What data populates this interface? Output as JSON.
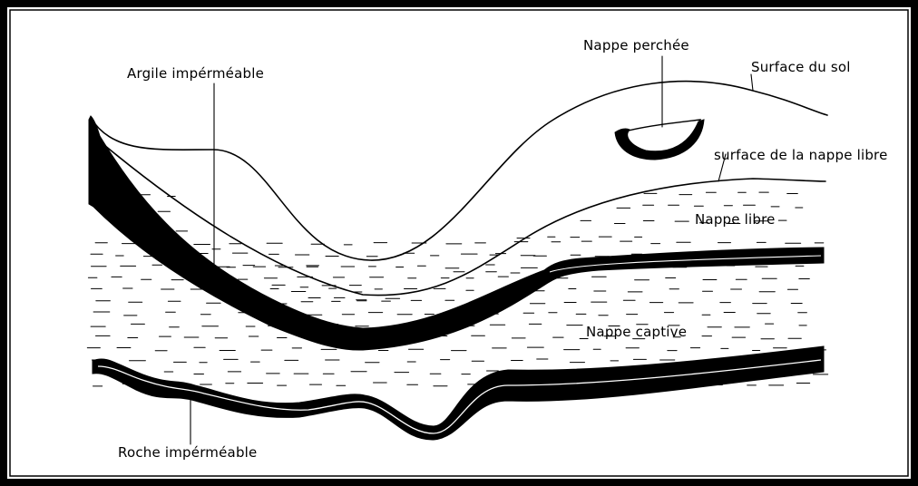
{
  "labels": {
    "nappe_perchee": "Nappe perchée",
    "surface_du_sol": "Surface du sol",
    "argile_impermeable": "Argile impérméable",
    "surface_nappe_libre": "surface de la nappe libre",
    "nappe_libre": "Nappe libre",
    "nappe_captive": "Nappe captive",
    "roche_impermeable": "Roche impérméable"
  },
  "colors": {
    "ink": "#000000",
    "background": "#ffffff"
  }
}
